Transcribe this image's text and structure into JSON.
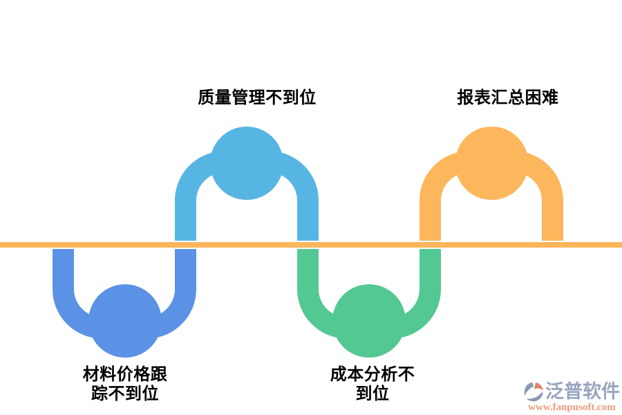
{
  "diagram": {
    "baseline": {
      "color": "#FBB55B"
    },
    "items": [
      {
        "id": "material-price-tracking",
        "label": "材料价格跟\n踪不到位",
        "color": "#5B92E5",
        "position": "below-line"
      },
      {
        "id": "quality-management",
        "label": "质量管理不到位",
        "color": "#57B5E4",
        "position": "above-line"
      },
      {
        "id": "cost-analysis",
        "label": "成本分析不\n到位",
        "color": "#53C892",
        "position": "below-line"
      },
      {
        "id": "report-summary",
        "label": "报表汇总困难",
        "color": "#FCB75C",
        "position": "above-line"
      }
    ]
  },
  "watermark": {
    "brand": "泛普软件",
    "url": "www.fanpusoft.com",
    "brand_color": "#97A5BE",
    "url_color": "#EE9C7D",
    "icon_blue": "#8A99B4",
    "icon_salmon": "#DE8168"
  },
  "colors": {
    "background": "#FFFFFF",
    "label_text": "#000000"
  }
}
